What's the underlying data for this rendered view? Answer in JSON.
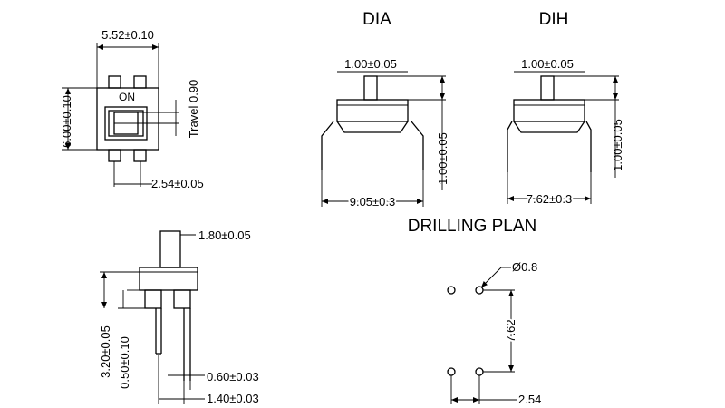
{
  "labels": {
    "dia": "DIA",
    "dih": "DIH",
    "drilling_plan": "DRILLING PLAN",
    "on": "ON",
    "travel": "Travel 0.90"
  },
  "dims": {
    "top_width": "5.52±0.10",
    "top_height": "6.00±0.10",
    "top_pitch": "2.54±0.05",
    "dia_actuator": "1.00±0.05",
    "dia_lead_height": "1.00±0.05",
    "dia_span": "9.05±0.3",
    "dih_actuator": "1.00±0.05",
    "dih_lead_height": "1.00±0.05",
    "dih_span": "7.62±0.3",
    "side_actuator": "1.80±0.05",
    "side_height": "3.20±0.05",
    "side_offset": "0.50±0.10",
    "side_pin_width": "0.60±0.03",
    "side_pin_pitch": "1.40±0.03",
    "hole_diameter": "Ø0.8",
    "hole_vertical": "7.62",
    "hole_horizontal": "2.54"
  }
}
